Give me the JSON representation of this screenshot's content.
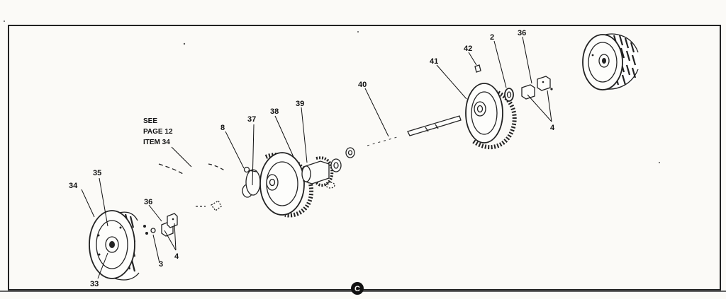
{
  "note": {
    "line1": "SEE",
    "line2": "PAGE 12",
    "line3": "ITEM 34"
  },
  "callouts": {
    "c2": "2",
    "c3": "3",
    "c4_left": "4",
    "c4_right": "4",
    "c8": "8",
    "c33": "33",
    "c34": "34",
    "c35": "35",
    "c36_left": "36",
    "c36_right": "36",
    "c37": "37",
    "c38": "38",
    "c39": "39",
    "c40": "40",
    "c41": "41",
    "c42": "42"
  },
  "page_marker": "C",
  "colors": {
    "ink": "#222222",
    "paper": "#fbfaf7"
  }
}
